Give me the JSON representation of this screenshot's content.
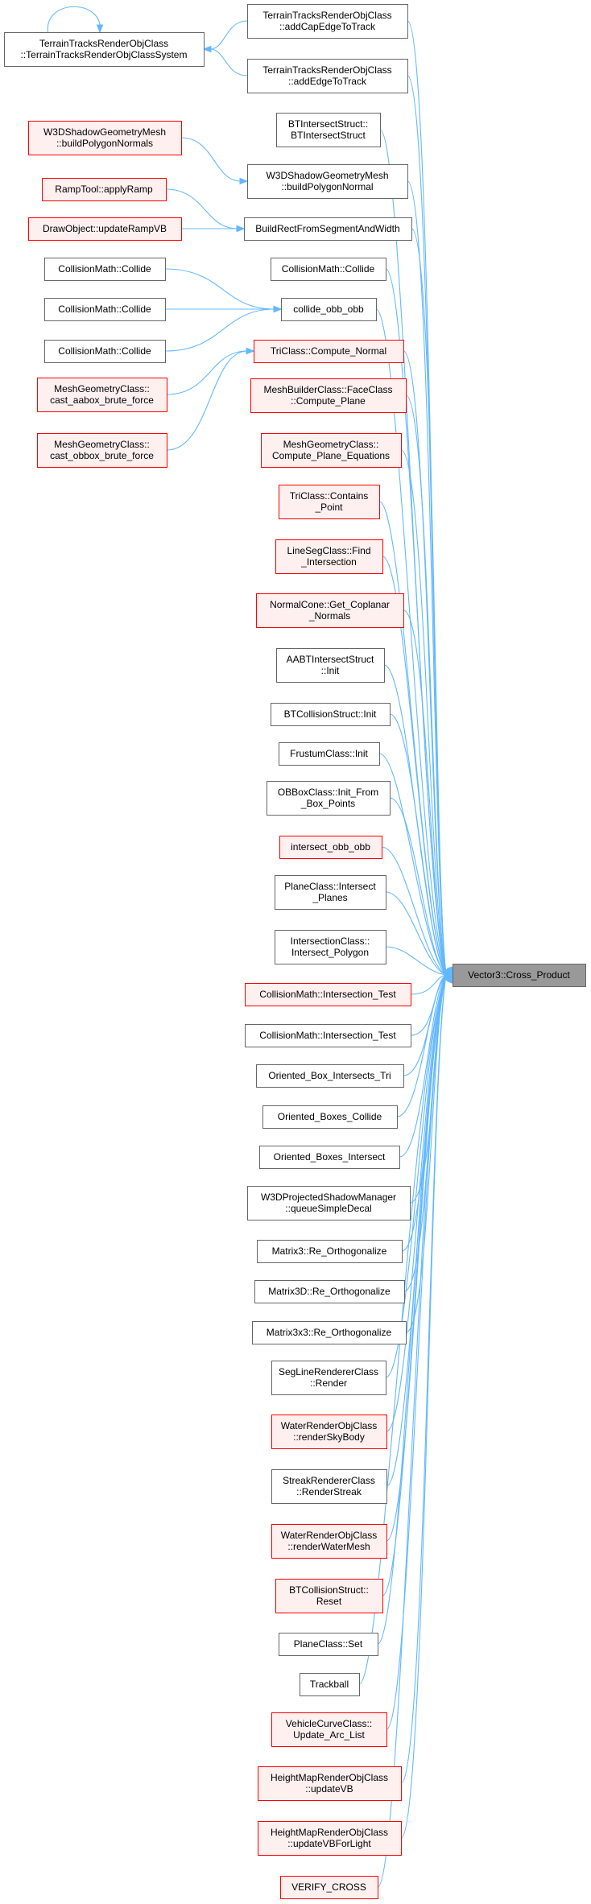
{
  "graph": {
    "title": "",
    "focus": "n_target",
    "colors": {
      "edge": "#63b8ff",
      "normal_border": "#666666",
      "normal_fill": "#ffffff",
      "truncated_border": "#ff0000",
      "truncated_fill": "#fff0f0",
      "focus_border": "#666666",
      "focus_fill": "#999999"
    },
    "nodes": [
      {
        "id": "n_target",
        "lines": [
          "Vector3::Cross_Product"
        ],
        "style": "focus"
      },
      {
        "id": "n_ttsys",
        "lines": [
          "TerrainTracksRenderObjClass",
          "::TerrainTracksRenderObjClassSystem"
        ],
        "style": "normal"
      },
      {
        "id": "n_addcap",
        "lines": [
          "TerrainTracksRenderObjClass",
          "::addCapEdgeToTrack"
        ],
        "style": "normal"
      },
      {
        "id": "n_addedge",
        "lines": [
          "TerrainTracksRenderObjClass",
          "::addEdgeToTrack"
        ],
        "style": "normal"
      },
      {
        "id": "n_btintersect",
        "lines": [
          "BTIntersectStruct::",
          "BTIntersectStruct"
        ],
        "style": "normal"
      },
      {
        "id": "n_buildpolynormals",
        "lines": [
          "W3DShadowGeometryMesh",
          "::buildPolygonNormals"
        ],
        "style": "truncated"
      },
      {
        "id": "n_buildpolynormal",
        "lines": [
          "W3DShadowGeometryMesh",
          "::buildPolygonNormal"
        ],
        "style": "normal"
      },
      {
        "id": "n_applyramp",
        "lines": [
          "RampTool::applyRamp"
        ],
        "style": "truncated"
      },
      {
        "id": "n_updaterampvb",
        "lines": [
          "DrawObject::updateRampVB"
        ],
        "style": "truncated"
      },
      {
        "id": "n_buildrect",
        "lines": [
          "BuildRectFromSegmentAndWidth"
        ],
        "style": "normal"
      },
      {
        "id": "n_collide_r",
        "lines": [
          "CollisionMath::Collide"
        ],
        "style": "normal"
      },
      {
        "id": "n_collide_l1",
        "lines": [
          "CollisionMath::Collide"
        ],
        "style": "normal"
      },
      {
        "id": "n_collide_obb",
        "lines": [
          "collide_obb_obb"
        ],
        "style": "normal"
      },
      {
        "id": "n_collide_l2",
        "lines": [
          "CollisionMath::Collide"
        ],
        "style": "normal"
      },
      {
        "id": "n_collide_l3",
        "lines": [
          "CollisionMath::Collide"
        ],
        "style": "normal"
      },
      {
        "id": "n_tri_compute",
        "lines": [
          "TriClass::Compute_Normal"
        ],
        "style": "truncated"
      },
      {
        "id": "n_aabox_bf",
        "lines": [
          "MeshGeometryClass::",
          "cast_aabox_brute_force"
        ],
        "style": "truncated"
      },
      {
        "id": "n_facecompute",
        "lines": [
          "MeshBuilderClass::FaceClass",
          "::Compute_Plane"
        ],
        "style": "truncated"
      },
      {
        "id": "n_obbox_bf",
        "lines": [
          "MeshGeometryClass::",
          "cast_obbox_brute_force"
        ],
        "style": "truncated"
      },
      {
        "id": "n_compute_plane_eq",
        "lines": [
          "MeshGeometryClass::",
          "Compute_Plane_Equations"
        ],
        "style": "truncated"
      },
      {
        "id": "n_tri_contains",
        "lines": [
          "TriClass::Contains",
          "_Point"
        ],
        "style": "truncated"
      },
      {
        "id": "n_lineseg",
        "lines": [
          "LineSegClass::Find",
          "_Intersection"
        ],
        "style": "truncated"
      },
      {
        "id": "n_normalcone",
        "lines": [
          "NormalCone::Get_Coplanar",
          "_Normals"
        ],
        "style": "truncated"
      },
      {
        "id": "n_aabt_init",
        "lines": [
          "AABTIntersectStruct",
          "::Init"
        ],
        "style": "normal"
      },
      {
        "id": "n_btcoll_init",
        "lines": [
          "BTCollisionStruct::Init"
        ],
        "style": "normal"
      },
      {
        "id": "n_frustum_init",
        "lines": [
          "FrustumClass::Init"
        ],
        "style": "normal"
      },
      {
        "id": "n_obbox_init",
        "lines": [
          "OBBoxClass::Init_From",
          "_Box_Points"
        ],
        "style": "normal"
      },
      {
        "id": "n_intersect_obb",
        "lines": [
          "intersect_obb_obb"
        ],
        "style": "truncated"
      },
      {
        "id": "n_plane_intersect",
        "lines": [
          "PlaneClass::Intersect",
          "_Planes"
        ],
        "style": "normal"
      },
      {
        "id": "n_intersect_poly",
        "lines": [
          "IntersectionClass::",
          "Intersect_Polygon"
        ],
        "style": "normal"
      },
      {
        "id": "n_cm_it_red",
        "lines": [
          "CollisionMath::Intersection_Test"
        ],
        "style": "truncated"
      },
      {
        "id": "n_cm_it",
        "lines": [
          "CollisionMath::Intersection_Test"
        ],
        "style": "normal"
      },
      {
        "id": "n_ob_tri",
        "lines": [
          "Oriented_Box_Intersects_Tri"
        ],
        "style": "normal"
      },
      {
        "id": "n_ob_collide",
        "lines": [
          "Oriented_Boxes_Collide"
        ],
        "style": "normal"
      },
      {
        "id": "n_ob_intersect",
        "lines": [
          "Oriented_Boxes_Intersect"
        ],
        "style": "normal"
      },
      {
        "id": "n_queue_decal",
        "lines": [
          "W3DProjectedShadowManager",
          "::queueSimpleDecal"
        ],
        "style": "normal"
      },
      {
        "id": "n_m3_ortho",
        "lines": [
          "Matrix3::Re_Orthogonalize"
        ],
        "style": "normal"
      },
      {
        "id": "n_m3d_ortho",
        "lines": [
          "Matrix3D::Re_Orthogonalize"
        ],
        "style": "normal"
      },
      {
        "id": "n_m3x3_ortho",
        "lines": [
          "Matrix3x3::Re_Orthogonalize"
        ],
        "style": "normal"
      },
      {
        "id": "n_segline",
        "lines": [
          "SegLineRendererClass",
          "::Render"
        ],
        "style": "normal"
      },
      {
        "id": "n_water_sky",
        "lines": [
          "WaterRenderObjClass",
          "::renderSkyBody"
        ],
        "style": "truncated"
      },
      {
        "id": "n_streak",
        "lines": [
          "StreakRendererClass",
          "::RenderStreak"
        ],
        "style": "normal"
      },
      {
        "id": "n_water_mesh",
        "lines": [
          "WaterRenderObjClass",
          "::renderWaterMesh"
        ],
        "style": "truncated"
      },
      {
        "id": "n_btcoll_reset",
        "lines": [
          "BTCollisionStruct::",
          "Reset"
        ],
        "style": "truncated"
      },
      {
        "id": "n_plane_set",
        "lines": [
          "PlaneClass::Set"
        ],
        "style": "normal"
      },
      {
        "id": "n_trackball",
        "lines": [
          "Trackball"
        ],
        "style": "normal"
      },
      {
        "id": "n_vehicle_curve",
        "lines": [
          "VehicleCurveClass::",
          "Update_Arc_List"
        ],
        "style": "truncated"
      },
      {
        "id": "n_hm_updatevb",
        "lines": [
          "HeightMapRenderObjClass",
          "::updateVB"
        ],
        "style": "truncated"
      },
      {
        "id": "n_hm_updatevblight",
        "lines": [
          "HeightMapRenderObjClass",
          "::updateVBForLight"
        ],
        "style": "truncated"
      },
      {
        "id": "n_verify",
        "lines": [
          "VERIFY_CROSS"
        ],
        "style": "truncated"
      }
    ],
    "edges": [
      [
        "n_ttsys",
        "n_ttsys"
      ],
      [
        "n_addcap",
        "n_ttsys"
      ],
      [
        "n_addedge",
        "n_ttsys"
      ],
      [
        "n_buildpolynormals",
        "n_buildpolynormal"
      ],
      [
        "n_applyramp",
        "n_buildrect"
      ],
      [
        "n_updaterampvb",
        "n_buildrect"
      ],
      [
        "n_collide_l1",
        "n_collide_obb"
      ],
      [
        "n_collide_l2",
        "n_collide_obb"
      ],
      [
        "n_collide_l3",
        "n_collide_obb"
      ],
      [
        "n_aabox_bf",
        "n_tri_compute"
      ],
      [
        "n_obbox_bf",
        "n_tri_compute"
      ],
      [
        "n_addcap",
        "n_target"
      ],
      [
        "n_addedge",
        "n_target"
      ],
      [
        "n_btintersect",
        "n_target"
      ],
      [
        "n_buildpolynormal",
        "n_target"
      ],
      [
        "n_buildrect",
        "n_target"
      ],
      [
        "n_collide_r",
        "n_target"
      ],
      [
        "n_collide_obb",
        "n_target"
      ],
      [
        "n_tri_compute",
        "n_target"
      ],
      [
        "n_facecompute",
        "n_target"
      ],
      [
        "n_compute_plane_eq",
        "n_target"
      ],
      [
        "n_tri_contains",
        "n_target"
      ],
      [
        "n_lineseg",
        "n_target"
      ],
      [
        "n_normalcone",
        "n_target"
      ],
      [
        "n_aabt_init",
        "n_target"
      ],
      [
        "n_btcoll_init",
        "n_target"
      ],
      [
        "n_frustum_init",
        "n_target"
      ],
      [
        "n_obbox_init",
        "n_target"
      ],
      [
        "n_intersect_obb",
        "n_target"
      ],
      [
        "n_plane_intersect",
        "n_target"
      ],
      [
        "n_intersect_poly",
        "n_target"
      ],
      [
        "n_cm_it_red",
        "n_target"
      ],
      [
        "n_cm_it",
        "n_target"
      ],
      [
        "n_ob_tri",
        "n_target"
      ],
      [
        "n_ob_collide",
        "n_target"
      ],
      [
        "n_ob_intersect",
        "n_target"
      ],
      [
        "n_queue_decal",
        "n_target"
      ],
      [
        "n_m3_ortho",
        "n_target"
      ],
      [
        "n_m3d_ortho",
        "n_target"
      ],
      [
        "n_m3x3_ortho",
        "n_target"
      ],
      [
        "n_segline",
        "n_target"
      ],
      [
        "n_water_sky",
        "n_target"
      ],
      [
        "n_streak",
        "n_target"
      ],
      [
        "n_water_mesh",
        "n_target"
      ],
      [
        "n_btcoll_reset",
        "n_target"
      ],
      [
        "n_plane_set",
        "n_target"
      ],
      [
        "n_trackball",
        "n_target"
      ],
      [
        "n_vehicle_curve",
        "n_target"
      ],
      [
        "n_hm_updatevb",
        "n_target"
      ],
      [
        "n_hm_updatevblight",
        "n_target"
      ],
      [
        "n_verify",
        "n_target"
      ]
    ]
  }
}
